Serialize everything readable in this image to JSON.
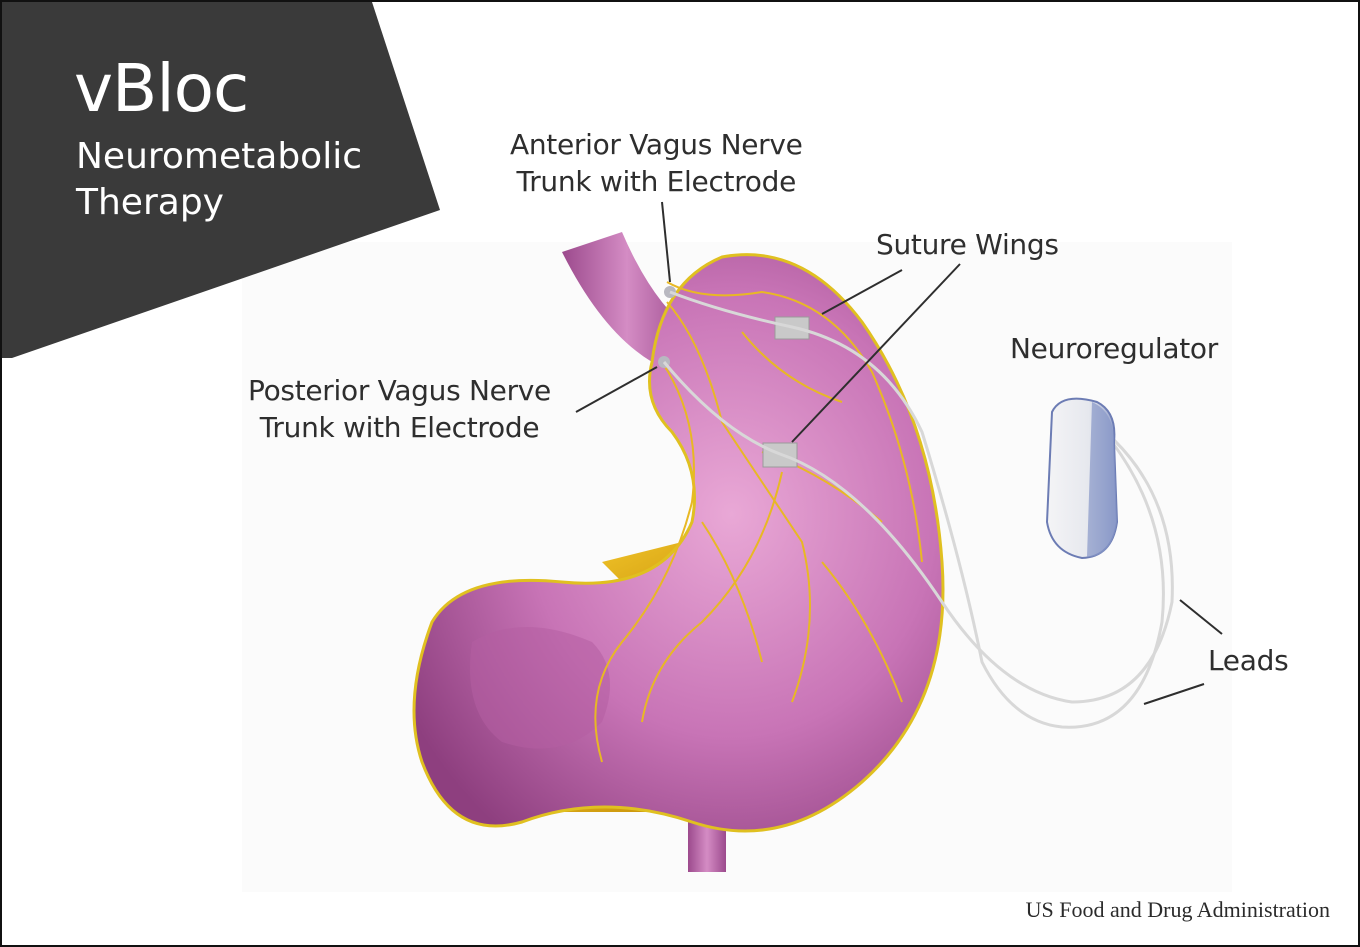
{
  "banner": {
    "title": "vBloc",
    "subtitle_line1": "Neurometabolic",
    "subtitle_line2": "Therapy"
  },
  "labels": {
    "anterior_line1": "Anterior Vagus Nerve",
    "anterior_line2": "Trunk with Electrode",
    "posterior_line1": "Posterior Vagus Nerve",
    "posterior_line2": "Trunk with Electrode",
    "suture_wings": "Suture Wings",
    "neuroregulator": "Neuroregulator",
    "leads": "Leads"
  },
  "credit": "US Food and Drug Administration",
  "colors": {
    "banner": "#3a3a3a",
    "stomach": "#c874b6",
    "nerve": "#e8b824",
    "pancreas": "#e8b41c",
    "device": "#7e8fc4",
    "lead_wire": "#d8d8d8"
  }
}
